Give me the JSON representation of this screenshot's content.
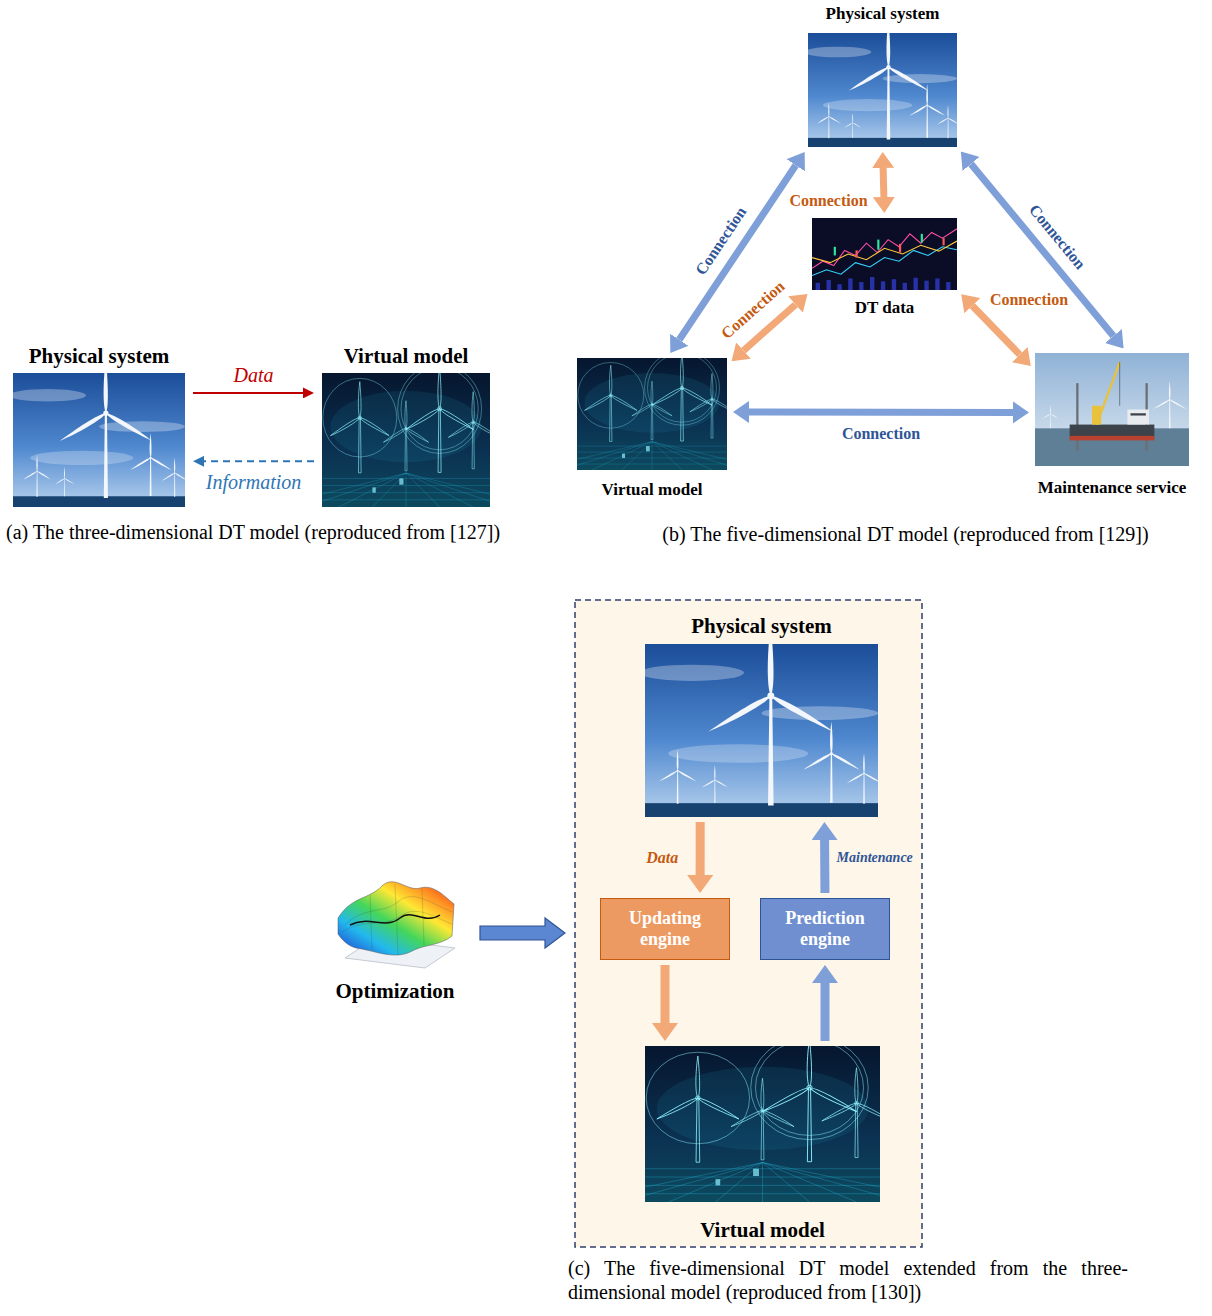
{
  "diagram": {
    "nodes": [
      {
        "text": [
          "Physical system"
        ]
      },
      {
        "text": [
          "Virtual model"
        ]
      },
      {
        "text": [
          "Physical system"
        ]
      },
      {
        "text": [
          "DT data"
        ]
      },
      {
        "text": [
          "Virtual model"
        ]
      },
      {
        "text": [
          "Maintenance service"
        ]
      },
      {
        "text": [
          "Optimization"
        ]
      },
      {
        "text": [
          "Physical system"
        ]
      },
      {
        "text": [
          "Updating engine"
        ]
      },
      {
        "text": [
          "Prediction engine"
        ]
      },
      {
        "text": [
          "Virtual model"
        ]
      }
    ],
    "edges": [
      {
        "from": 0,
        "to": 1,
        "label": "Data",
        "arrow": "to"
      },
      {
        "from": 1,
        "to": 0,
        "label": "Information",
        "arrow": "to"
      },
      {
        "from": 2,
        "to": 4,
        "label": "Connection",
        "arrow": "both"
      },
      {
        "from": 2,
        "to": 5,
        "label": "Connection",
        "arrow": "both"
      },
      {
        "from": 2,
        "to": 3,
        "label": "Connection",
        "arrow": "both"
      },
      {
        "from": 4,
        "to": 3,
        "label": "Connection",
        "arrow": "both"
      },
      {
        "from": 3,
        "to": 5,
        "label": "Connection",
        "arrow": "both"
      },
      {
        "from": 4,
        "to": 5,
        "label": "Connection",
        "arrow": "both"
      },
      {
        "from": 7,
        "to": 8,
        "label": "Data",
        "arrow": "to"
      },
      {
        "from": 8,
        "to": 10,
        "arrow": "to"
      },
      {
        "from": 10,
        "to": 9,
        "arrow": "to"
      },
      {
        "from": 9,
        "to": 7,
        "label": "Maintenance",
        "arrow": "to"
      }
    ],
    "labels": [
      "(a) The three-dimensional DT model (reproduced from [127])",
      "(b) The five-dimensional DT model (reproduced from [129])",
      "(c) The five-dimensional DT model extended from the three-dimensional model (reproduced from [130])"
    ]
  }
}
